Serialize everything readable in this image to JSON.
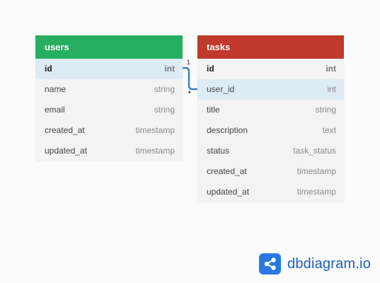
{
  "tables": [
    {
      "id": "users",
      "name": "users",
      "header_color": "#27ae60",
      "fields": [
        {
          "name": "id",
          "type": "int"
        },
        {
          "name": "name",
          "type": "string"
        },
        {
          "name": "email",
          "type": "string"
        },
        {
          "name": "created_at",
          "type": "timestamp"
        },
        {
          "name": "updated_at",
          "type": "timestamp"
        }
      ]
    },
    {
      "id": "tasks",
      "name": "tasks",
      "header_color": "#c0392b",
      "fields": [
        {
          "name": "id",
          "type": "int"
        },
        {
          "name": "user_id",
          "type": "int"
        },
        {
          "name": "title",
          "type": "string"
        },
        {
          "name": "description",
          "type": "text"
        },
        {
          "name": "status",
          "type": "task_status"
        },
        {
          "name": "created_at",
          "type": "timestamp"
        },
        {
          "name": "updated_at",
          "type": "timestamp"
        }
      ]
    }
  ],
  "relationship": {
    "from": "users.id",
    "to": "tasks.user_id",
    "from_cardinality": "1",
    "to_cardinality": "*",
    "line_color": "#3d7fc1"
  },
  "branding": {
    "text": "dbdiagram.io",
    "mark_color": "#2979e3",
    "text_color": "#1d5fc4",
    "icon": "share-nodes-icon"
  }
}
